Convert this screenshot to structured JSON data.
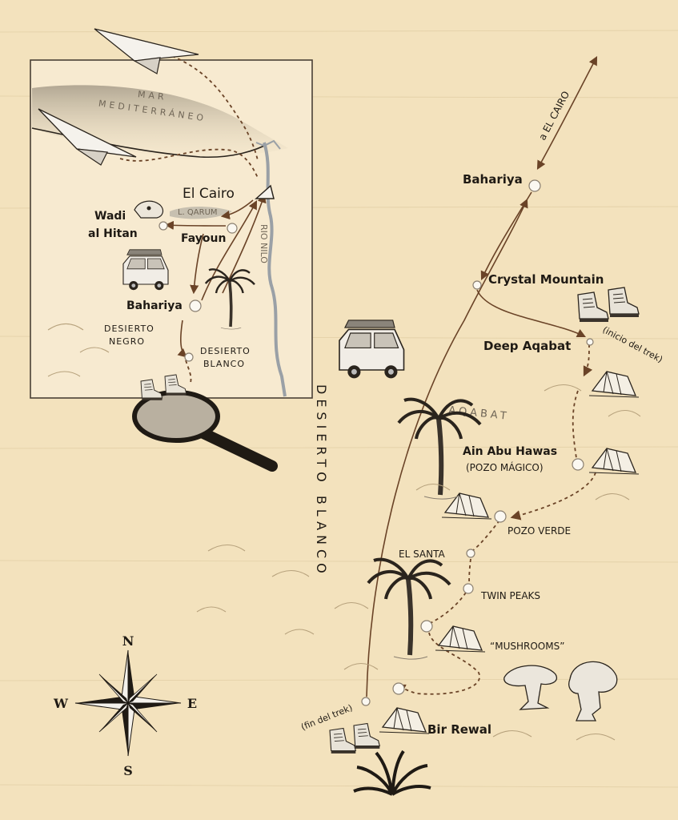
{
  "inset": {
    "sea_line1": "MAR",
    "sea_line2": "MEDITERRÁNEO",
    "cairo": "El Cairo",
    "lake": "L. QARUM",
    "wadi_line1": "Wadi",
    "wadi_line2": "al Hitan",
    "fayoun": "Fayoun",
    "nile": "RIO NILO",
    "bahariya": "Bahariya",
    "black_desert_line1": "DESIERTO",
    "black_desert_line2": "NEGRO",
    "white_desert_line1": "DESIERTO",
    "white_desert_line2": "BLANCO"
  },
  "main": {
    "region": "DESIERTO BLANCO",
    "to_cairo": "a EL CAIRO",
    "bahariya": "Bahariya",
    "crystal_mountain": "Crystal Mountain",
    "deep_aqabat": "Deep Aqabat",
    "trek_start": "(inicio del trek)",
    "aqabat": "AQABAT",
    "ain_line1": "Ain Abu Hawas",
    "ain_line2": "(POZO MÁGICO)",
    "pozo_verde": "POZO VERDE",
    "el_santa": "EL SANTA",
    "twin_peaks": "TWIN PEAKS",
    "mushrooms": "“MUSHROOMS”",
    "bir_rewal": "Bir Rewal",
    "trek_end": "(fin del trek)"
  },
  "compass": {
    "n": "N",
    "s": "S",
    "e": "E",
    "w": "W"
  },
  "colors": {
    "parchment": "#f3e2bd",
    "route": "#6a4327",
    "ink": "#1f1a14"
  },
  "icons": [
    "paper-plane-icon",
    "van-icon",
    "hiking-boots-icon",
    "tent-icon",
    "palm-tree-icon",
    "magnifying-glass-icon",
    "camel-skull-icon",
    "rock-mushroom-icon",
    "compass-rose-icon"
  ]
}
